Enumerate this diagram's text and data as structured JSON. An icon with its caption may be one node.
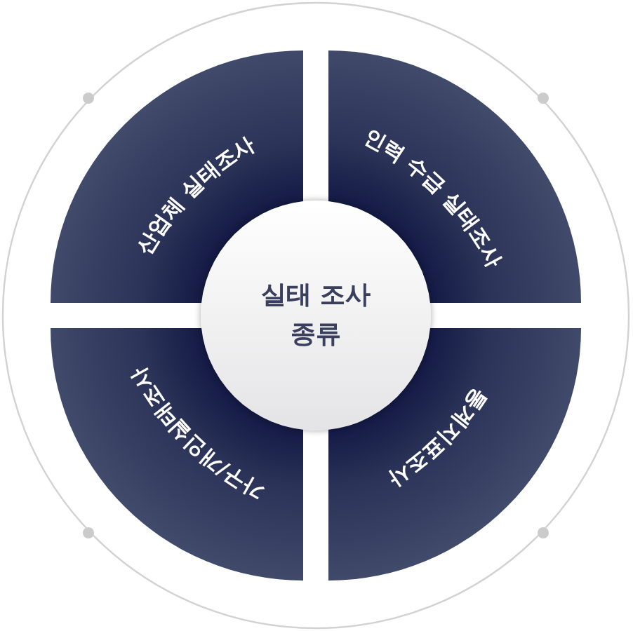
{
  "diagram": {
    "nodes": [
      {
        "text": [
          "실태 조사 종류"
        ]
      },
      {
        "text": [
          "산업체 실태조사"
        ]
      },
      {
        "text": [
          "인력 수급 실태조사"
        ]
      },
      {
        "text": [
          "가구/개인실태조사"
        ]
      },
      {
        "text": [
          "통계지표조사"
        ]
      }
    ]
  }
}
